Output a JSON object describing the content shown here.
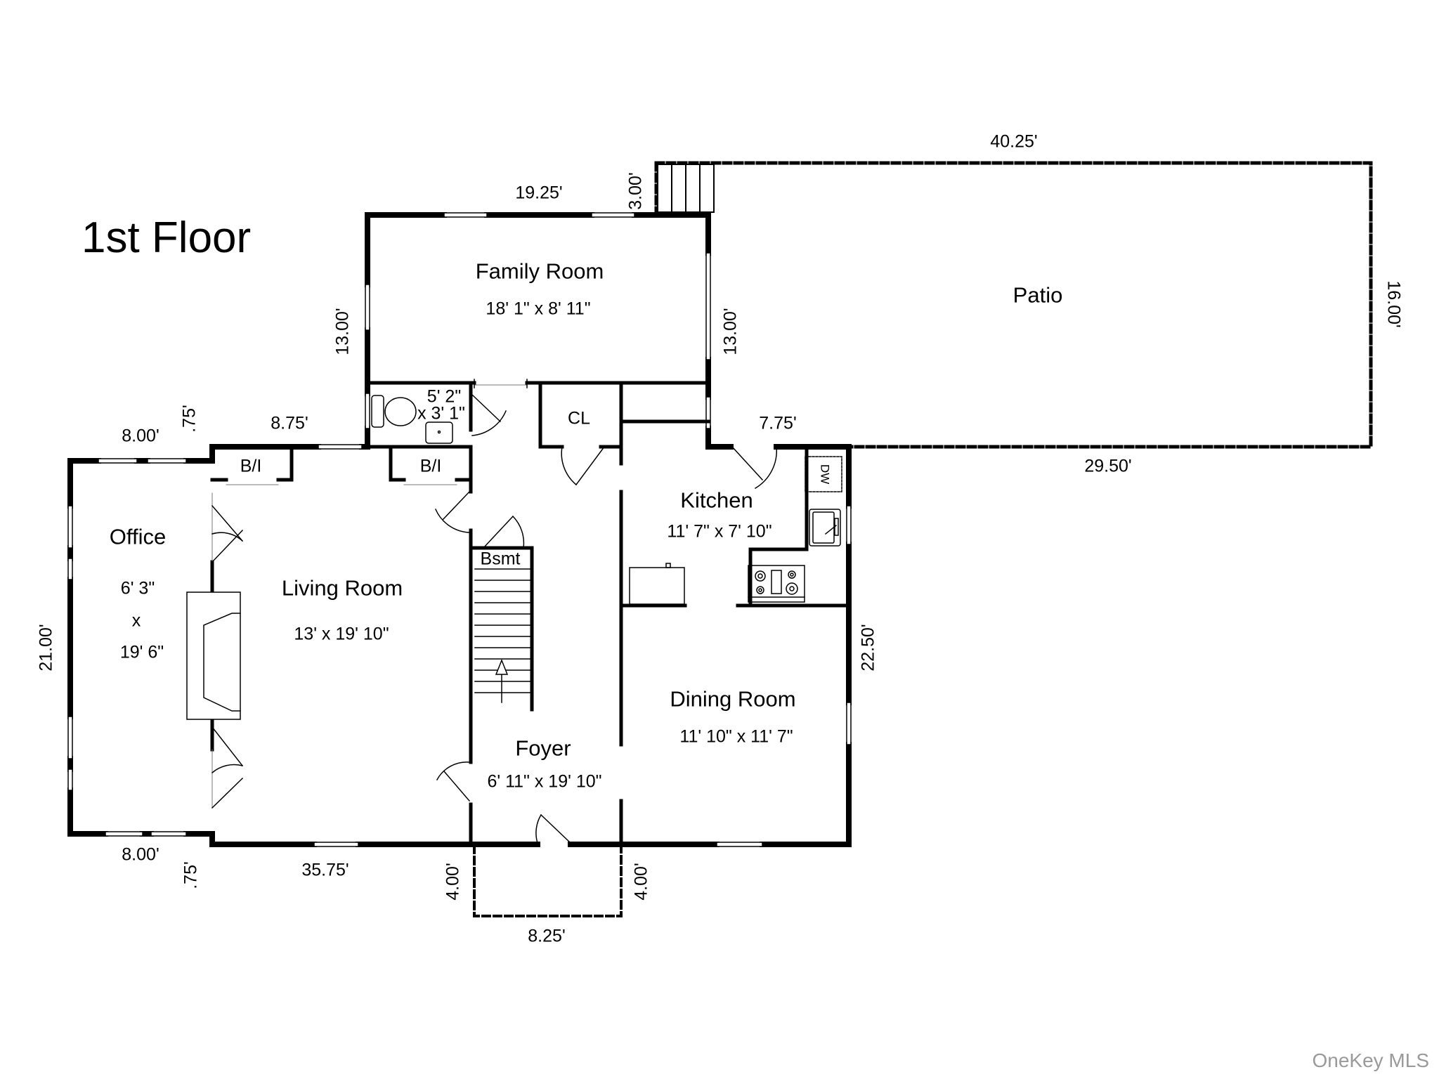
{
  "plan": {
    "title": "1st Floor",
    "watermark": "OneKey MLS",
    "rooms": {
      "family_room": {
        "name": "Family Room",
        "size": "18' 1\" x 8' 11\""
      },
      "patio": {
        "name": "Patio"
      },
      "bath": {
        "size_line1": "5' 2\"",
        "size_line2": "x 3' 1\""
      },
      "closet": {
        "name": "CL"
      },
      "built_in_left": {
        "name": "B/I"
      },
      "built_in_right": {
        "name": "B/I"
      },
      "office": {
        "name": "Office",
        "size_line1": "6' 3\"",
        "size_line2": "x",
        "size_line3": "19' 6\""
      },
      "living_room": {
        "name": "Living Room",
        "size": "13' x 19' 10\""
      },
      "basement_stairs": {
        "name": "Bsmt"
      },
      "kitchen": {
        "name": "Kitchen",
        "size": "11' 7\" x 7' 10\""
      },
      "dining_room": {
        "name": "Dining Room",
        "size": "11' 10\" x 11' 7\""
      },
      "foyer": {
        "name": "Foyer",
        "size": "6' 11\" x 19' 10\""
      },
      "dishwasher": {
        "label": "DW"
      }
    },
    "dimensions": {
      "patio_top": "40.25'",
      "family_top": "19.25'",
      "stair_side": "3.00'",
      "family_left": "13.00'",
      "family_right": "13.00'",
      "patio_right": "16.00'",
      "patio_bottom": "29.50'",
      "kitchen_top": "7.75'",
      "office_top": "8.00'",
      "office_top_jog": ".75'",
      "living_top": "8.75'",
      "office_left": "21.00'",
      "right_side": "22.50'",
      "office_bottom": "8.00'",
      "office_bottom_jog": ".75'",
      "front_bottom": "35.75'",
      "porch_left": "4.00'",
      "porch_right": "4.00'",
      "porch_bottom": "8.25'"
    }
  }
}
